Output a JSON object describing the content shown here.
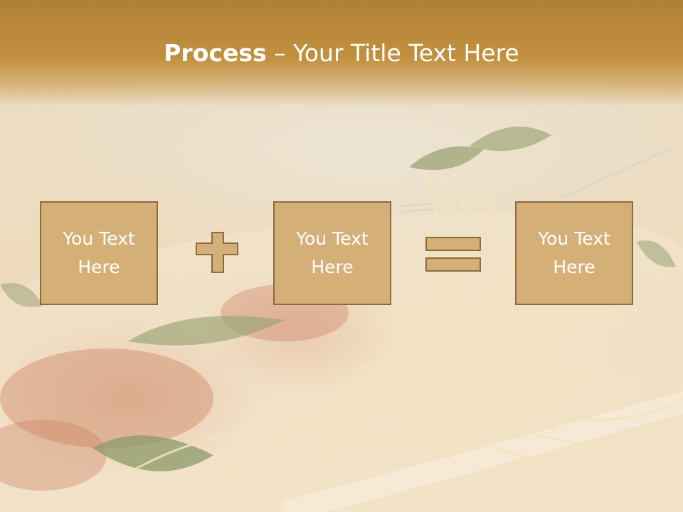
{
  "slide": {
    "title_bold": "Process",
    "title_rest": " – Your Title Text Here"
  },
  "process": {
    "boxes": [
      {
        "text": "You Text\nHere"
      },
      {
        "text": "You Text\nHere"
      },
      {
        "text": "You Text\nHere"
      }
    ],
    "operators": [
      "plus-icon",
      "equals-icon"
    ]
  },
  "colors": {
    "title_band": "#b07f38",
    "box_fill": "#d4b078",
    "box_border": "#8a6c3e",
    "text": "#ffffff"
  }
}
